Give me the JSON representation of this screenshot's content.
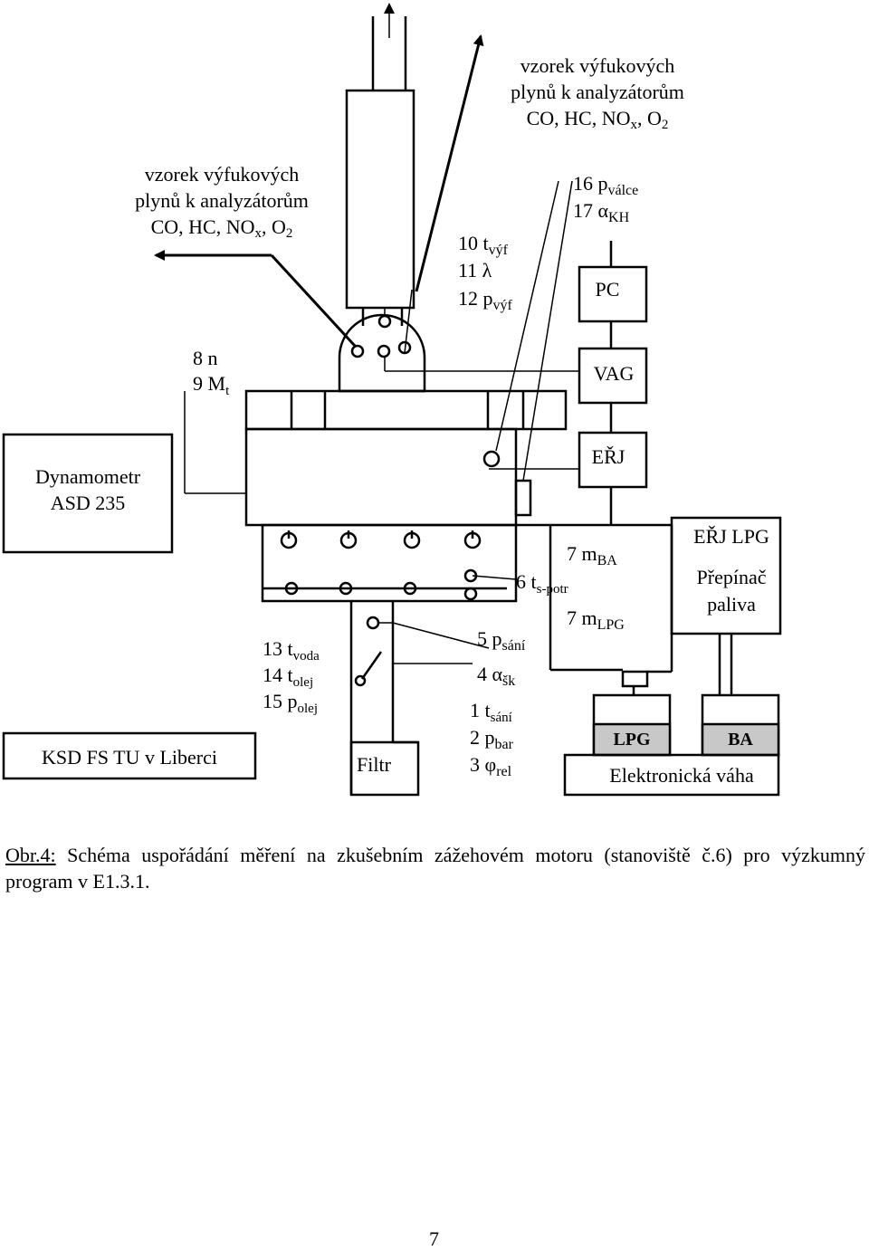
{
  "labels": {
    "exhaust_top": [
      "vzorek výfukových",
      "plynů k analyzátorům"
    ],
    "exhaust_left": [
      "vzorek výfukových",
      "plynů k analyzátorům"
    ],
    "gases": {
      "a": "CO, HC, NO",
      "sub_x": "x",
      "b": ", O",
      "sub_2": "2"
    },
    "t_vyf": {
      "num": "10 t",
      "sub": "výf"
    },
    "lambda": "11 λ",
    "p_vyf": {
      "num": "12 p",
      "sub": "výf"
    },
    "p_valce": {
      "num": "16 p",
      "sub": "válce"
    },
    "alpha_kh": {
      "num": "17 α",
      "sub": "KH"
    },
    "pc": "PC",
    "vag": "VAG",
    "n": "8 n",
    "mt": {
      "num": "9 M",
      "sub": "t"
    },
    "dynamometer": [
      "Dynamometr",
      "ASD 235"
    ],
    "erj": "EŘJ",
    "m_ba": {
      "num": "7 m",
      "sub": "BA"
    },
    "t_spotr": {
      "num": "6 t",
      "sub": "s-potr"
    },
    "m_lpg": {
      "num": "7 m",
      "sub": "LPG"
    },
    "erj_lpg": "EŘJ LPG",
    "fuel_switch": [
      "Přepínač",
      "paliva"
    ],
    "t_voda": {
      "num": "13 t",
      "sub": "voda"
    },
    "t_olej": {
      "num": "14 t",
      "sub": "olej"
    },
    "p_olej": {
      "num": "15 p",
      "sub": "olej"
    },
    "p_sani": {
      "num": "5 p",
      "sub": "sání"
    },
    "alpha_sk": {
      "num": "4 α",
      "sub": "šk"
    },
    "t_sani": {
      "num": "1 t",
      "sub": "sání"
    },
    "p_bar": {
      "num": "2 p",
      "sub": "bar"
    },
    "phi_rel": {
      "num": "3 φ",
      "sub": "rel"
    },
    "ksd": "KSD FS TU v Liberci",
    "filtr": "Filtr",
    "lpg": "LPG",
    "ba": "BA",
    "scale": "Elektronická váha"
  },
  "caption": {
    "prefix": "Obr.",
    "number": "4:",
    "text": " Schéma uspořádání měření na zkušebním zážehovém motoru (stanoviště č.6) pro výzkumný program v E1.3.1."
  },
  "page_number": "7"
}
